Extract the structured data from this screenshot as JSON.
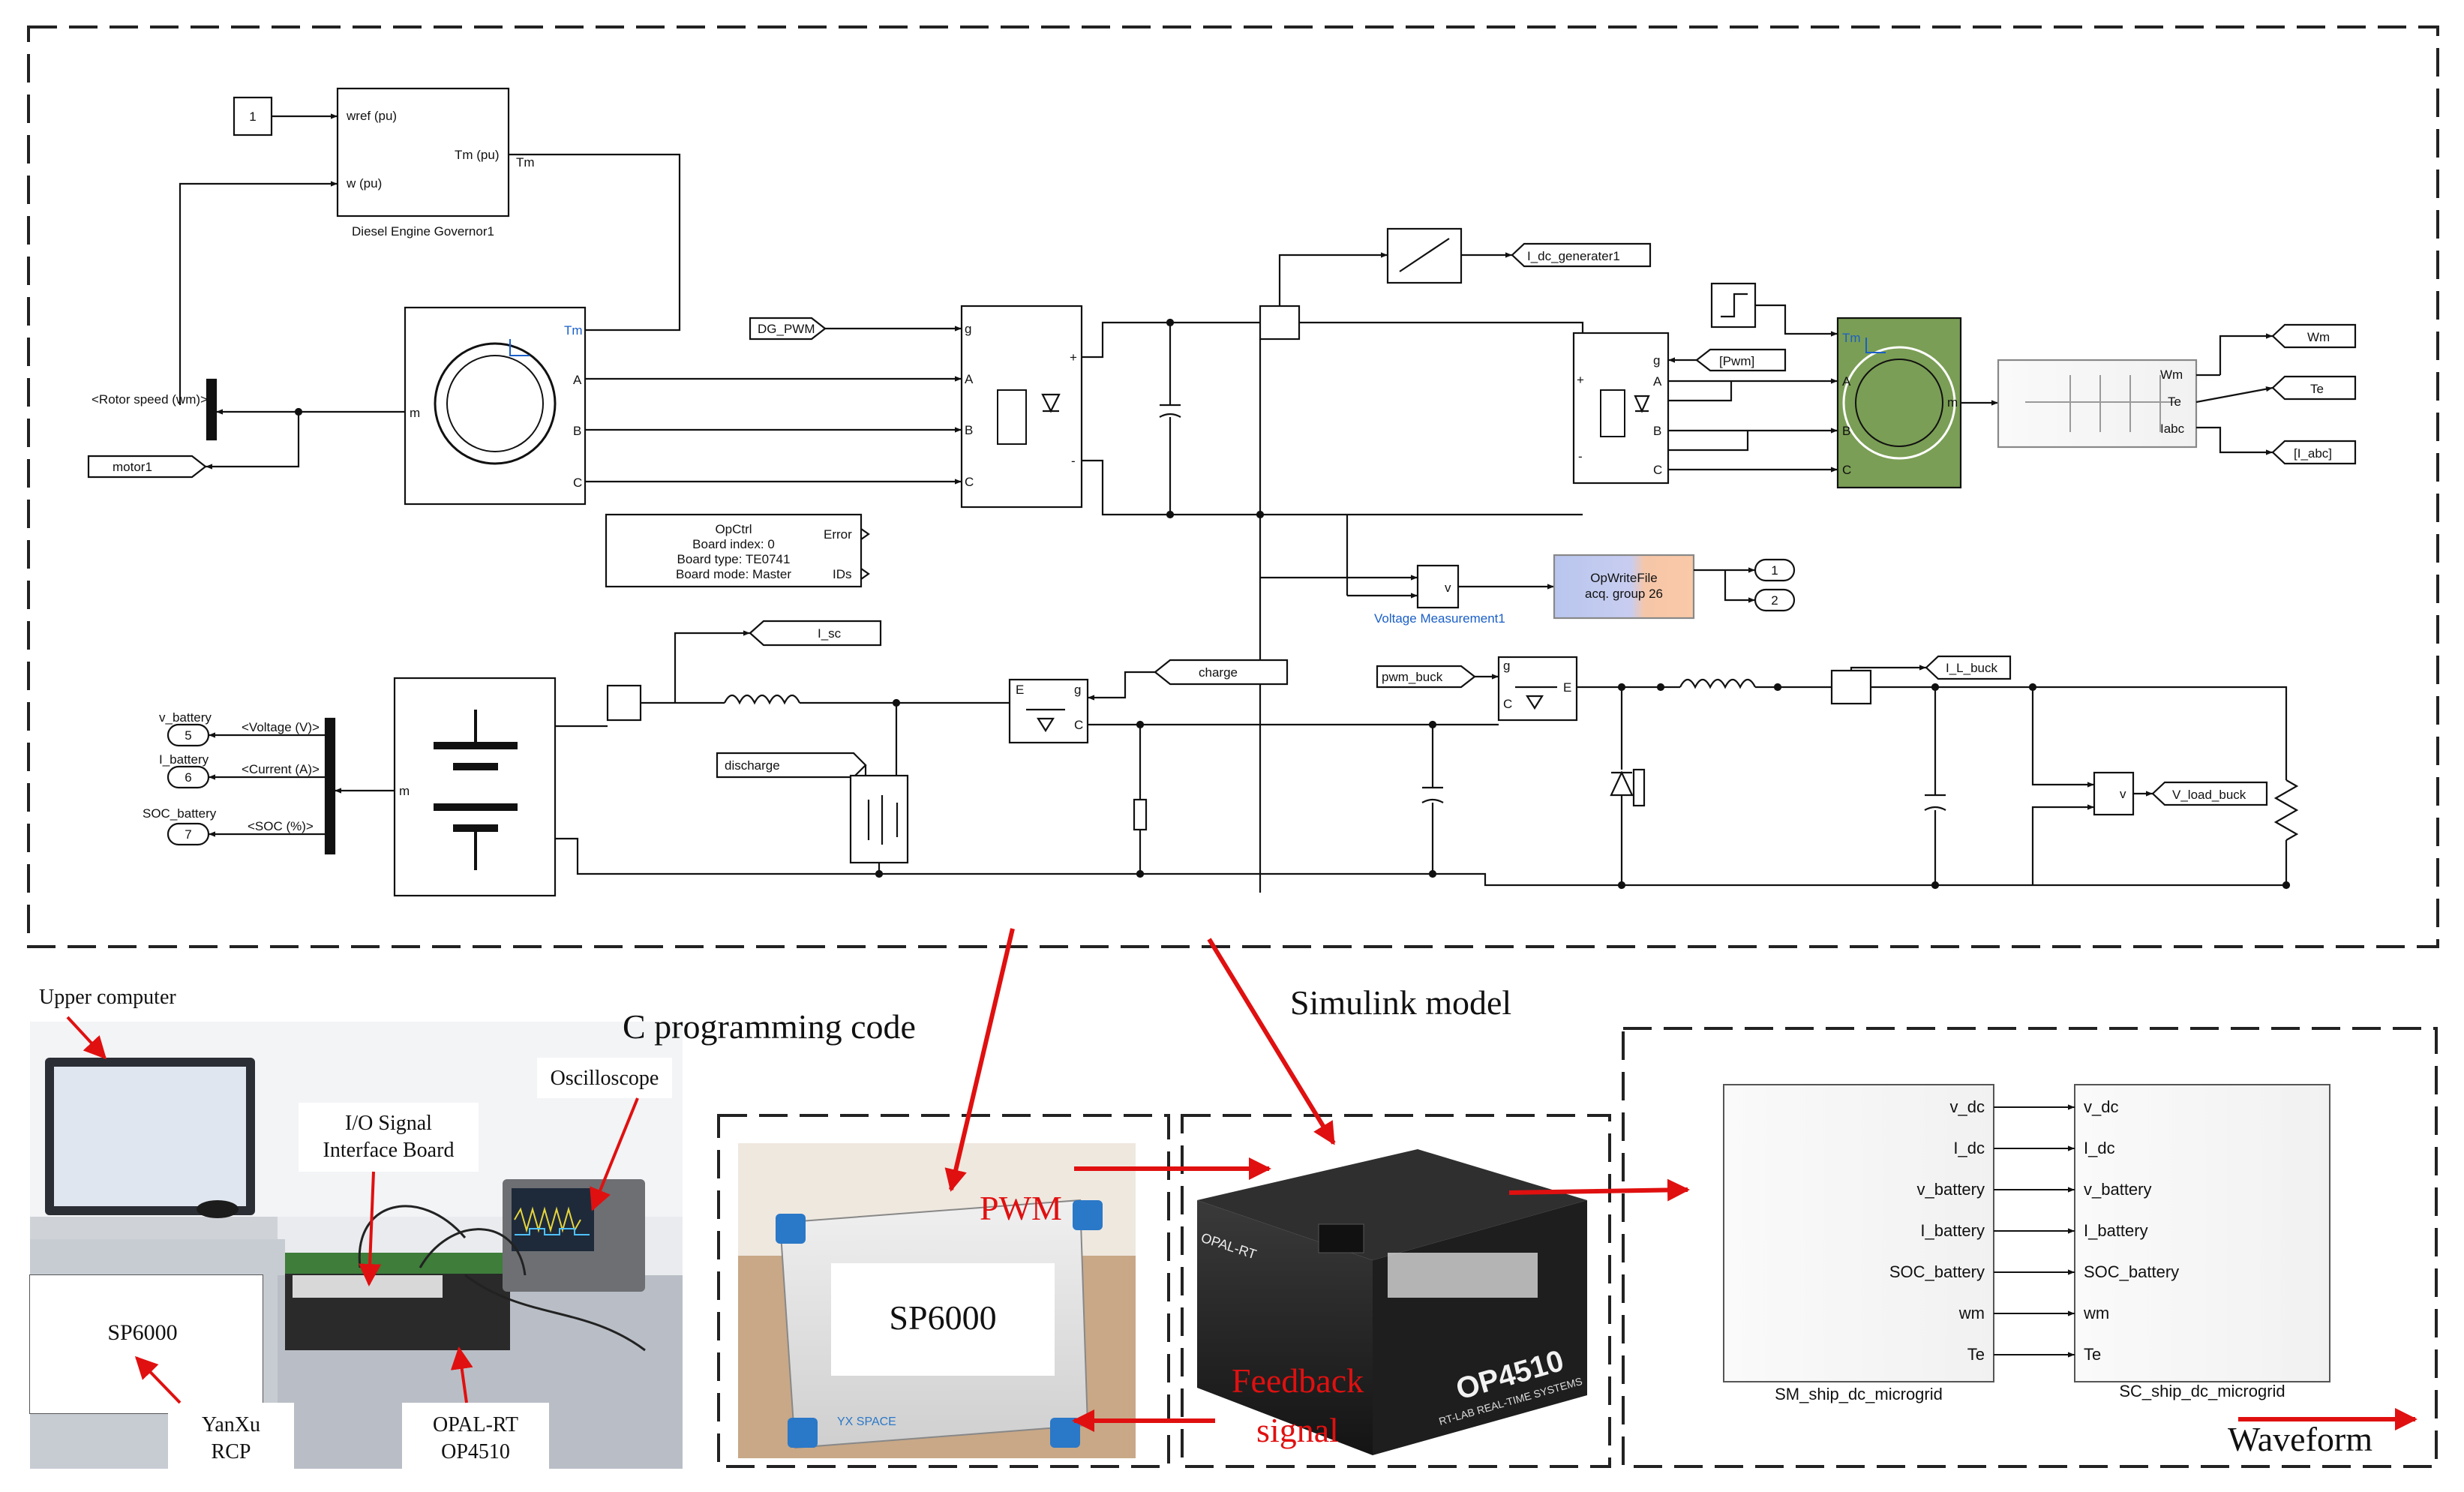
{
  "simulink": {
    "constant": "1",
    "governor": {
      "in1": "wref (pu)",
      "in2": "w (pu)",
      "out": "Tm (pu)",
      "out_sig": "Tm",
      "name": "Diesel Engine Governor1"
    },
    "rotor_speed": "<Rotor speed (wm)>",
    "motor_tag": "motor1",
    "machine": {
      "in": "Tm",
      "m": "m",
      "a": "A",
      "b": "B",
      "c": "C"
    },
    "dg_pwm": "DG_PWM",
    "rect": {
      "g": "g",
      "a": "A",
      "b": "B",
      "c": "C",
      "plus": "+",
      "minus": "-"
    },
    "i_dc_gen": "I_dc_generater1",
    "opctrl": {
      "l1": "OpCtrl",
      "l2": "Board index: 0",
      "l3": "Board type: TE0741",
      "l4": "Board mode: Master",
      "err": "Error",
      "ids": "IDs"
    },
    "pwm_tag": "[Pwm]",
    "inverter": {
      "g": "g",
      "a": "A",
      "b": "B",
      "c": "C",
      "plus": "+",
      "minus": "-"
    },
    "motor2": {
      "tm": "Tm",
      "m": "m",
      "a": "A",
      "b": "B",
      "c": "C"
    },
    "demux": {
      "wm": "Wm",
      "te": "Te",
      "iabc": "Iabc"
    },
    "outs": {
      "wm": "Wm",
      "te": "Te",
      "iabc": "[I_abc]"
    },
    "vm": {
      "v": "v",
      "name": "Voltage Measurement1"
    },
    "opwrite": {
      "l1": "OpWriteFile",
      "l2": "acq. group 26"
    },
    "port1": "1",
    "port2": "2",
    "i_sc": "I_sc",
    "charge": "charge",
    "discharge": "discharge",
    "pwm_buck": "pwm_buck",
    "i_l_buck": "I_L_buck",
    "v_load_buck": "V_load_buck",
    "battery_ports": [
      {
        "label": "v_battery",
        "num": "5",
        "sig": "<Voltage (V)>"
      },
      {
        "label": "I_battery",
        "num": "6",
        "sig": "<Current (A)>"
      },
      {
        "label": "SOC_battery",
        "num": "7",
        "sig": "<SOC (%)>"
      }
    ],
    "bat_m": "m",
    "igbt_e": "E",
    "igbt_g": "g",
    "igbt_c": "C"
  },
  "annotations": {
    "c_code": "C programming code",
    "simulink_model": "Simulink model",
    "pwm": "PWM",
    "feedback1": "Feedback",
    "feedback2": "signal",
    "waveform": "Waveform"
  },
  "photo_labels": {
    "upper_computer": "Upper computer",
    "io1": "I/O Signal",
    "io2": "Interface Board",
    "oscilloscope": "Oscilloscope",
    "sp6000": "SP6000",
    "yanxu1": "YanXu",
    "yanxu2": "RCP",
    "opal1": "OPAL-RT",
    "opal2": "OP4510"
  },
  "sp6000_box": "SP6000",
  "device_labels": {
    "opal": "OPAL-RT",
    "op4510": "OP4510",
    "rt_lab": "RT-LAB REAL-TIME SYSTEMS",
    "yx_space": "YX SPACE"
  },
  "sm_block": {
    "ports": [
      "v_dc",
      "I_dc",
      "v_battery",
      "I_battery",
      "SOC_battery",
      "wm",
      "Te"
    ],
    "name": "SM_ship_dc_microgrid"
  },
  "sc_block": {
    "ports": [
      "v_dc",
      "I_dc",
      "v_battery",
      "I_battery",
      "SOC_battery",
      "wm",
      "Te"
    ],
    "name": "SC_ship_dc_microgrid"
  },
  "colors": {
    "arrow_red": "#e01010",
    "motor_green": "#7a9e55",
    "dash": "#222222",
    "simulink_blue": "#1a5fc8"
  }
}
